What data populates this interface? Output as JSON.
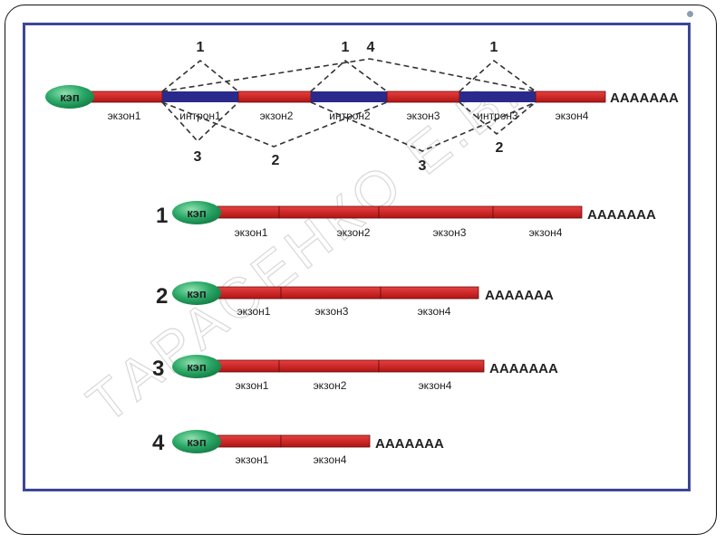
{
  "cap": "кэп",
  "polyA": "AAAAAAA",
  "pre_mrna": {
    "exons": [
      "экзон1",
      "экзон2",
      "экзон3",
      "экзон4"
    ],
    "introns": [
      "интрон1",
      "интрон2",
      "интрон3"
    ],
    "splice_numbers": {
      "above_left": "1",
      "above_middle_1": "1",
      "above_middle_4": "4",
      "above_right": "1",
      "below_left": "3",
      "below_left_middle": "2",
      "below_right_middle": "3",
      "below_right": "2"
    }
  },
  "variants": [
    {
      "number": "1",
      "exons": [
        "экзон1",
        "экзон2",
        "экзон3",
        "экзон4"
      ]
    },
    {
      "number": "2",
      "exons": [
        "экзон1",
        "экзон3",
        "экзон4"
      ]
    },
    {
      "number": "3",
      "exons": [
        "экзон1",
        "экзон2",
        "экзон4"
      ]
    },
    {
      "number": "4",
      "exons": [
        "экзон1",
        "экзон4"
      ]
    }
  ],
  "watermark": "ТАРАСЕНКО Е.В.",
  "colors": {
    "exon": "#d81e1e",
    "intron": "#2a2a8c",
    "cap": "#2aa866",
    "frame": "#3b4796"
  }
}
